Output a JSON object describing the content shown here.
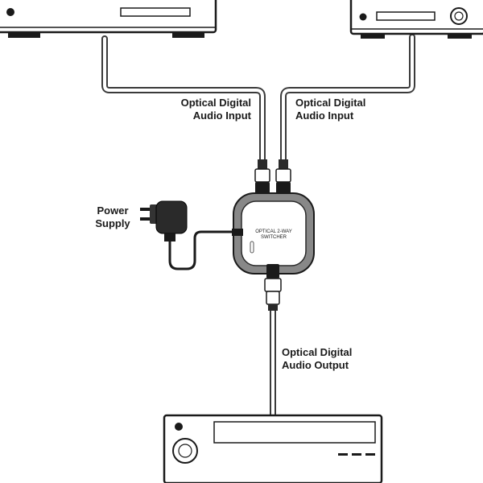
{
  "labels": {
    "input_left": [
      "Optical Digital",
      "Audio Input"
    ],
    "input_right": [
      "Optical Digital",
      "Audio Input"
    ],
    "power": [
      "Power",
      "Supply"
    ],
    "output": [
      "Optical Digital",
      "Audio Output"
    ],
    "switcher": [
      "OPTICAL 2-WAY",
      "SWITCHER"
    ]
  }
}
